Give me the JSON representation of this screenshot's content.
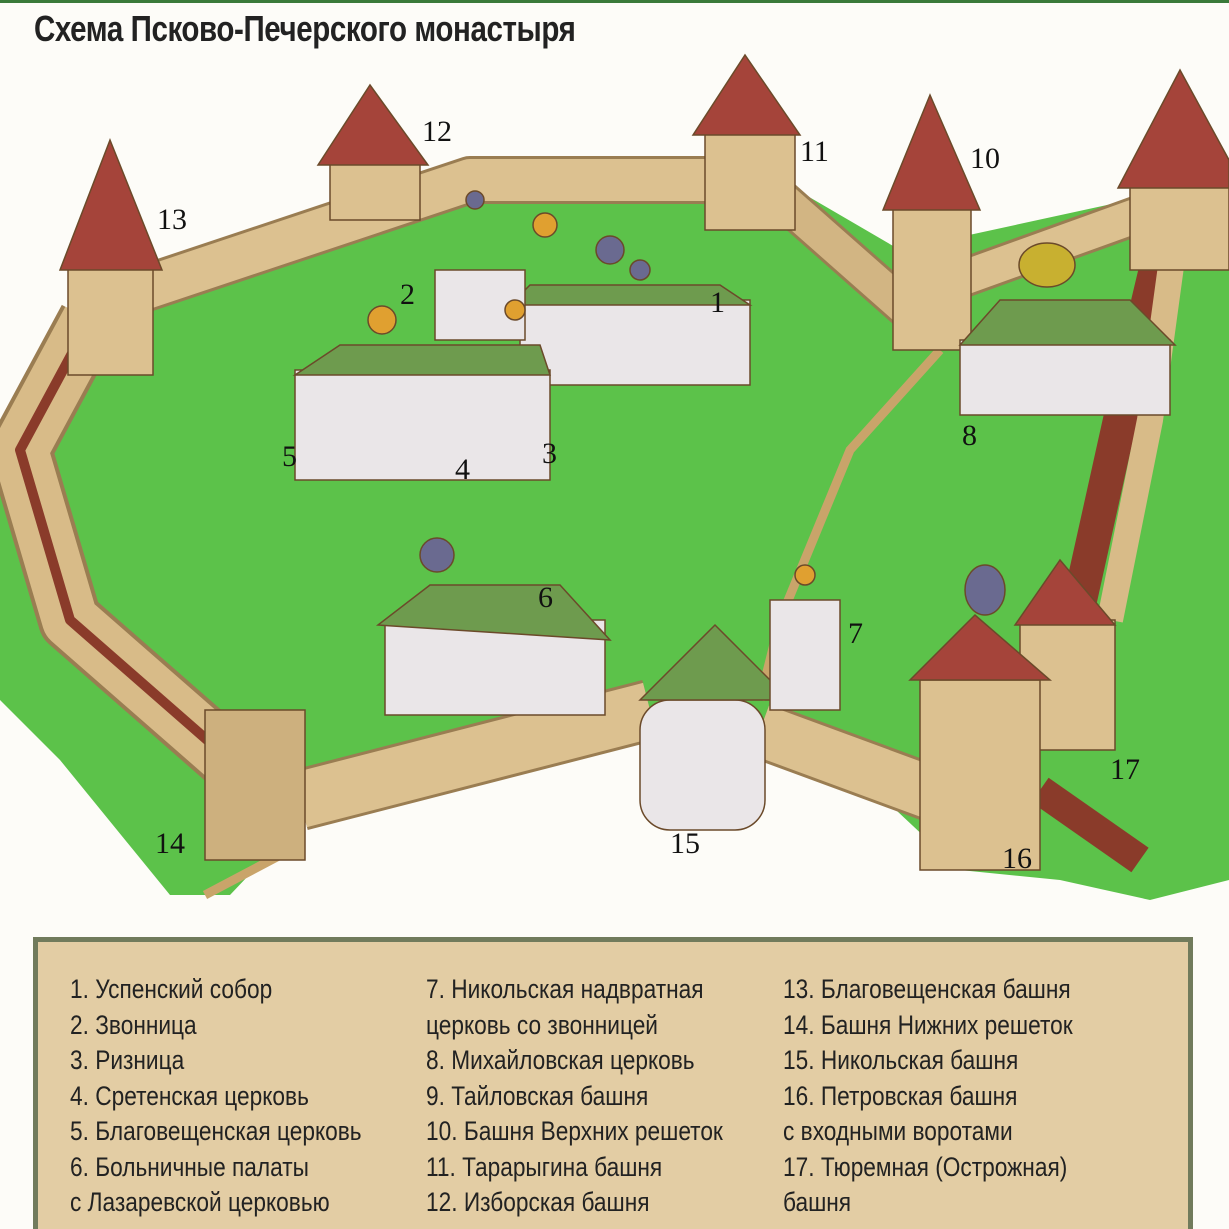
{
  "title": "Схема Псково-Печерского монастыря",
  "map_labels": [
    "1",
    "2",
    "3",
    "4",
    "5",
    "6",
    "7",
    "8",
    "10",
    "11",
    "12",
    "13",
    "14",
    "15",
    "16",
    "17"
  ],
  "colors": {
    "grass": "#5cc24a",
    "wall": "#d9bf8c",
    "roof": "#a5443a",
    "legend_bg": "#e3cda4",
    "legend_border": "#717b5c"
  },
  "legend": {
    "col1": [
      "1. Успенский собор",
      "2. Звонница",
      "3. Ризница",
      "4. Сретенская церковь",
      "5. Благовещенская церковь",
      "6. Больничные палаты",
      "с Лазаревской церковью"
    ],
    "col2": [
      "7. Никольская надвратная",
      "церковь со звонницей",
      "8. Михайловская церковь",
      "9. Тайловская башня",
      "10. Башня Верхних решеток",
      "11. Тарарыгина башня",
      "12. Изборская башня"
    ],
    "col3": [
      "13. Благовещенская башня",
      "14. Башня Нижних решеток",
      "15. Никольская башня",
      "16. Петровская башня",
      "с входными воротами",
      "17. Тюремная (Острожная)",
      "башня"
    ]
  }
}
